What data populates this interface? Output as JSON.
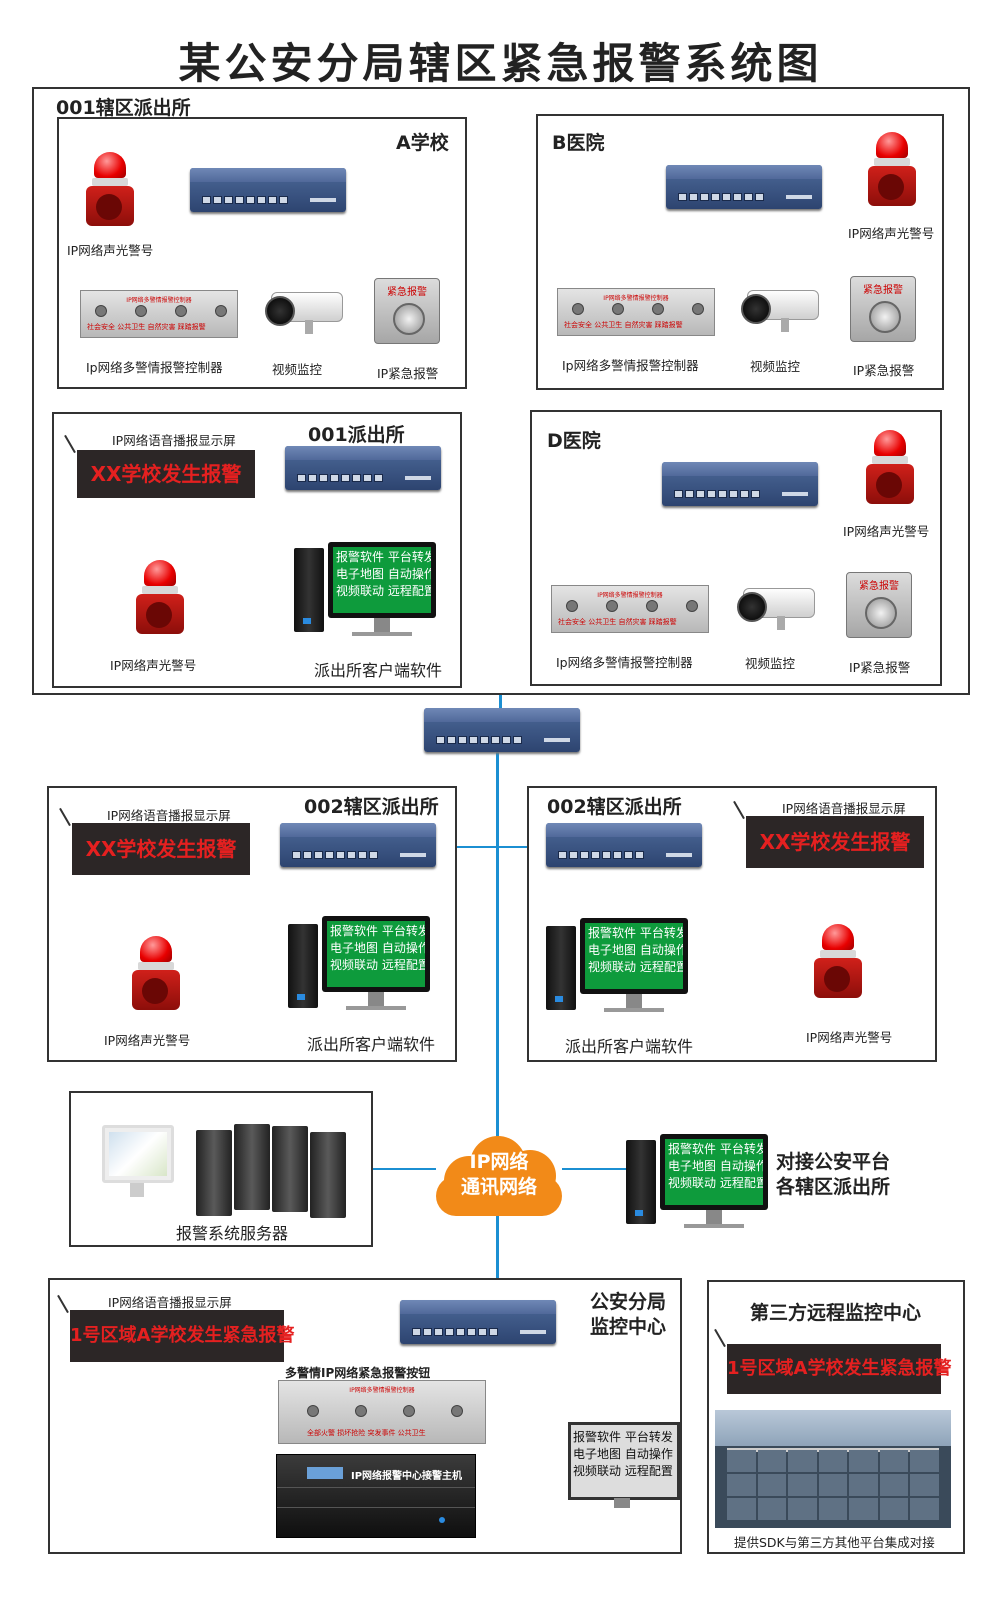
{
  "title": "某公安分局辖区紧急报警系统图",
  "districts": {
    "d001": "001辖区派出所",
    "d002_left": "002辖区派出所",
    "d002_right": "002辖区派出所"
  },
  "sites": {
    "school_a": "A学校",
    "hospital_b": "B医院",
    "police_001": "001派出所",
    "hospital_d": "D医院"
  },
  "labels": {
    "alarm_light": "IP网络声光警号",
    "multi_controller": "Ip网络多警情报警控制器",
    "video": "视频监控",
    "ip_emergency": "IP紧急报警",
    "voice_display": "IP网络语音播报显示屏",
    "client_software": "派出所客户端软件",
    "alarm_server": "报警系统服务器",
    "cloud_line1": "IP网络",
    "cloud_line2": "通讯网络",
    "dock_line1": "对接公安平台",
    "dock_line2": "各辖区派出所",
    "center_line1": "公安分局",
    "center_line2": "监控中心",
    "multi_button": "多警情IP网络紧急报警按钮",
    "host_label": "IP网络报警中心接警主机",
    "third_party": "第三方远程监控中心",
    "sdk": "提供SDK与第三方其他平台集成对接",
    "panel_header": "IP网络多警情报警控制器",
    "panel_caps": "社会安全  公共卫生  自然灾害  踩踏报警",
    "mb_caps": "全部火警    损坏抢险    突发事件    公共卫生",
    "emergency_btn_text": "紧急报警"
  },
  "led": {
    "school": "XX学校发生报警",
    "center": "1号区域A学校发生紧急报警",
    "third": "1号区域A学校发生紧急报警"
  },
  "software": {
    "line1": "报警软件 平台转发",
    "line2": "电子地图 自动操作",
    "line3": "视频联动 远程配置"
  },
  "colors": {
    "link_line": "#1b8fd2",
    "led_text": "#e52020",
    "cloud": "#f28a18",
    "screen": "#0e9b3c"
  }
}
